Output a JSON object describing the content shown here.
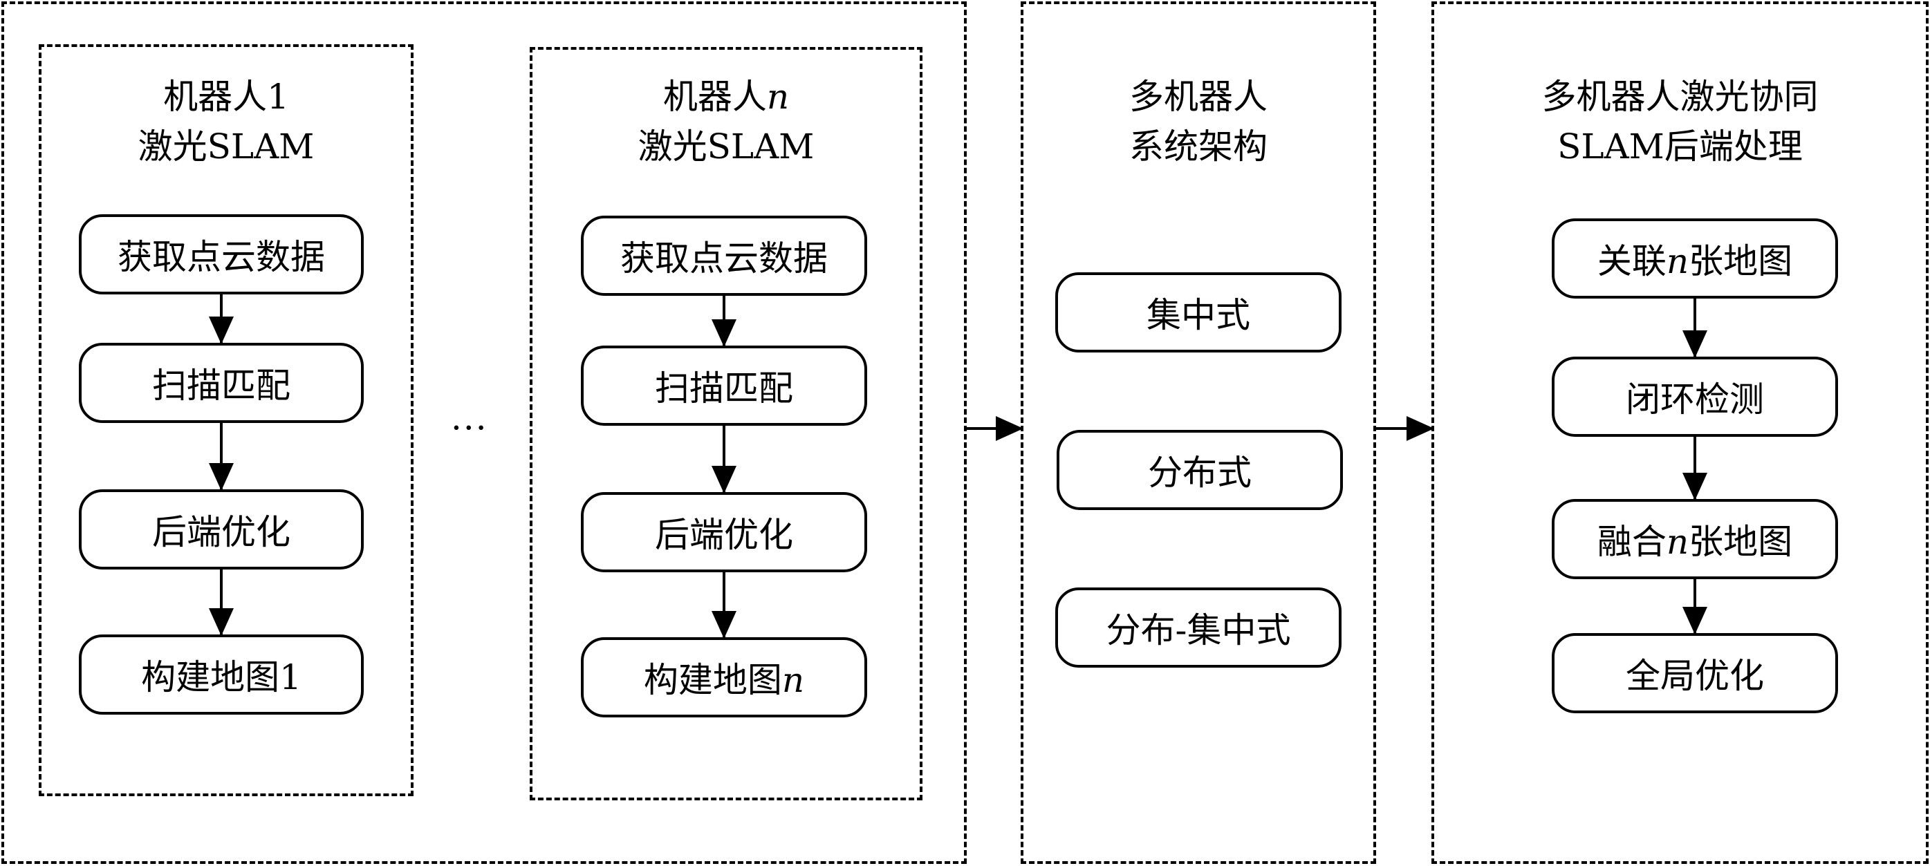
{
  "robot1": {
    "title_line1": "机器人1",
    "title_line2": "激光SLAM",
    "steps": [
      "获取点云数据",
      "扫描匹配",
      "后端优化",
      "构建地图1"
    ]
  },
  "robotn": {
    "title_line1_prefix": "机器人",
    "title_line1_var": "n",
    "title_line2": "激光SLAM",
    "steps": [
      "获取点云数据",
      "扫描匹配",
      "后端优化"
    ],
    "last_step_prefix": "构建地图",
    "last_step_var": "n"
  },
  "ellipsis": "···",
  "system": {
    "title_line1": "多机器人",
    "title_line2": "系统架构",
    "options": [
      "集中式",
      "分布式",
      "分布-集中式"
    ]
  },
  "backend": {
    "title_line1": "多机器人激光协同",
    "title_line2": "SLAM后端处理",
    "step1_prefix": "关联",
    "step1_var": "n",
    "step1_suffix": "张地图",
    "step2": "闭环检测",
    "step3_prefix": "融合",
    "step3_var": "n",
    "step3_suffix": "张地图",
    "step4": "全局优化"
  }
}
